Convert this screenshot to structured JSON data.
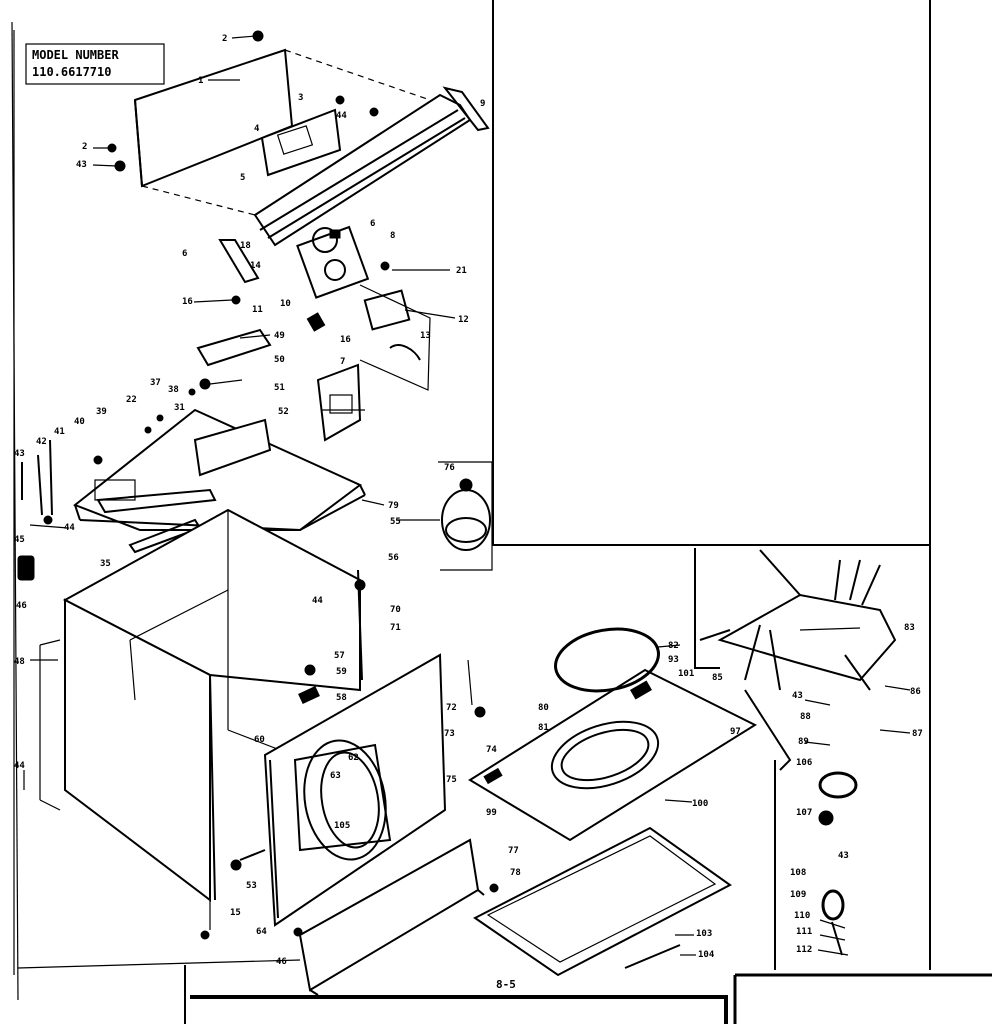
{
  "model": {
    "heading": "MODEL NUMBER",
    "number": "110.6617710"
  },
  "page_id": "8-5",
  "part_labels": [
    "2",
    "1",
    "3",
    "44",
    "4",
    "9",
    "2",
    "43",
    "5",
    "6",
    "8",
    "6",
    "18",
    "14",
    "10",
    "11",
    "16",
    "21",
    "12",
    "13",
    "16",
    "49",
    "7",
    "37",
    "50",
    "38",
    "51",
    "22",
    "31",
    "52",
    "39",
    "40",
    "41",
    "42",
    "43",
    "44",
    "45",
    "46",
    "35",
    "76",
    "79",
    "55",
    "56",
    "44",
    "70",
    "71",
    "48",
    "44",
    "57",
    "58",
    "59",
    "60",
    "62",
    "63",
    "105",
    "53",
    "15",
    "64",
    "46",
    "77",
    "78",
    "72",
    "73",
    "74",
    "75",
    "80",
    "81",
    "99",
    "100",
    "82",
    "93",
    "101",
    "85",
    "97",
    "83",
    "86",
    "43",
    "88",
    "89",
    "87",
    "106",
    "107",
    "43",
    "108",
    "109",
    "110",
    "111",
    "112",
    "103",
    "104"
  ]
}
